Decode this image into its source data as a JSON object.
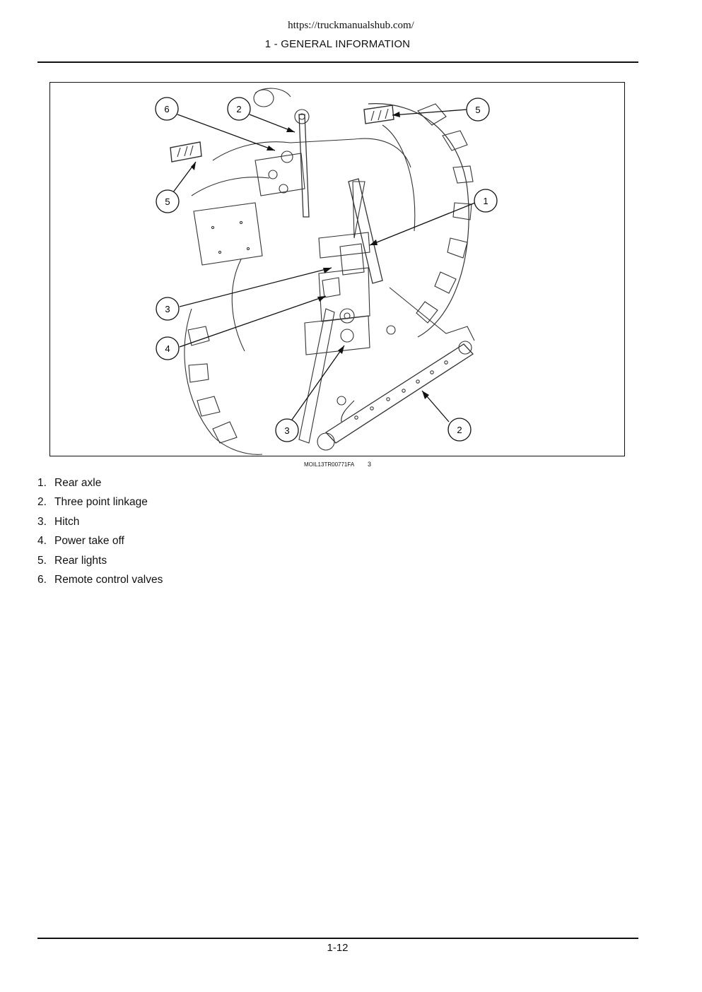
{
  "header": {
    "url": "https://truckmanualshub.com/",
    "section": "1 - GENERAL INFORMATION"
  },
  "figure": {
    "callouts": [
      "6",
      "2",
      "5",
      "5",
      "1",
      "3",
      "4",
      "3",
      "2"
    ],
    "caption_code": "MOIL13TR00771FA",
    "caption_number": "3"
  },
  "legend": [
    {
      "num": "1.",
      "label": "Rear axle"
    },
    {
      "num": "2.",
      "label": "Three point linkage"
    },
    {
      "num": "3.",
      "label": "Hitch"
    },
    {
      "num": "4.",
      "label": "Power take off"
    },
    {
      "num": "5.",
      "label": "Rear lights"
    },
    {
      "num": "6.",
      "label": "Remote control valves"
    }
  ],
  "footer": {
    "page_number": "1-12"
  }
}
